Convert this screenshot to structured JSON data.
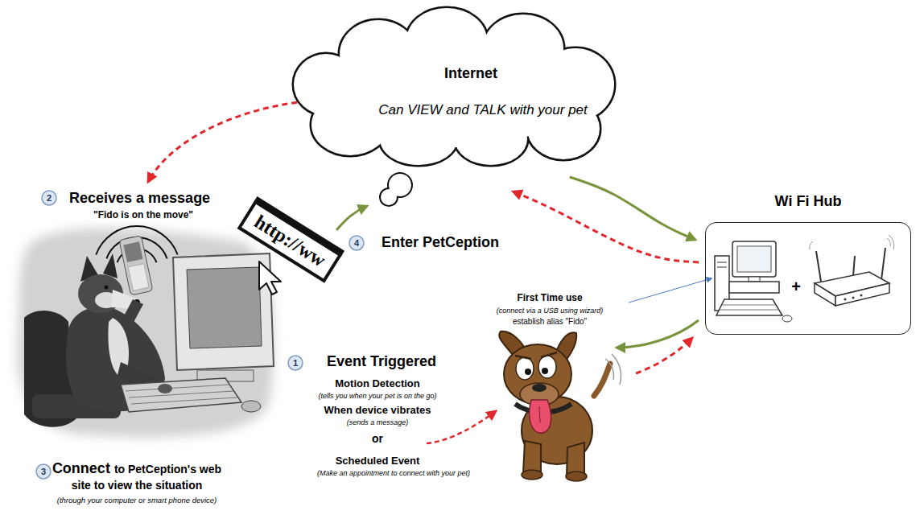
{
  "diagram": {
    "nodes": [
      {
        "text": [
          "Internet",
          "Can VIEW and TALK with your pet"
        ]
      },
      {
        "text": [
          "Wi Fi Hub",
          "+"
        ]
      }
    ],
    "edges": [
      {
        "from": 0,
        "to": 1,
        "arrow": "to"
      },
      {
        "from": 1,
        "to": 0,
        "arrow": "to"
      }
    ],
    "labels": [
      "2",
      "Receives a message",
      "\"Fido is on the move\"",
      "4",
      "Enter PetCeption",
      "http://ww",
      "First Time use",
      "(connect via a USB using wizard)",
      "establish alias \"Fido\"",
      "1",
      "Event Triggered",
      "Motion Detection",
      "(tells you when your pet is on the go)",
      "When device vibrates",
      "(sends a message)",
      "or",
      "Scheduled Event",
      "(Make an appointment to connect with your pet)",
      "3",
      "Connect",
      "to PetCeption's web site to view the situation",
      "(through your computer or smart phone device)"
    ]
  }
}
